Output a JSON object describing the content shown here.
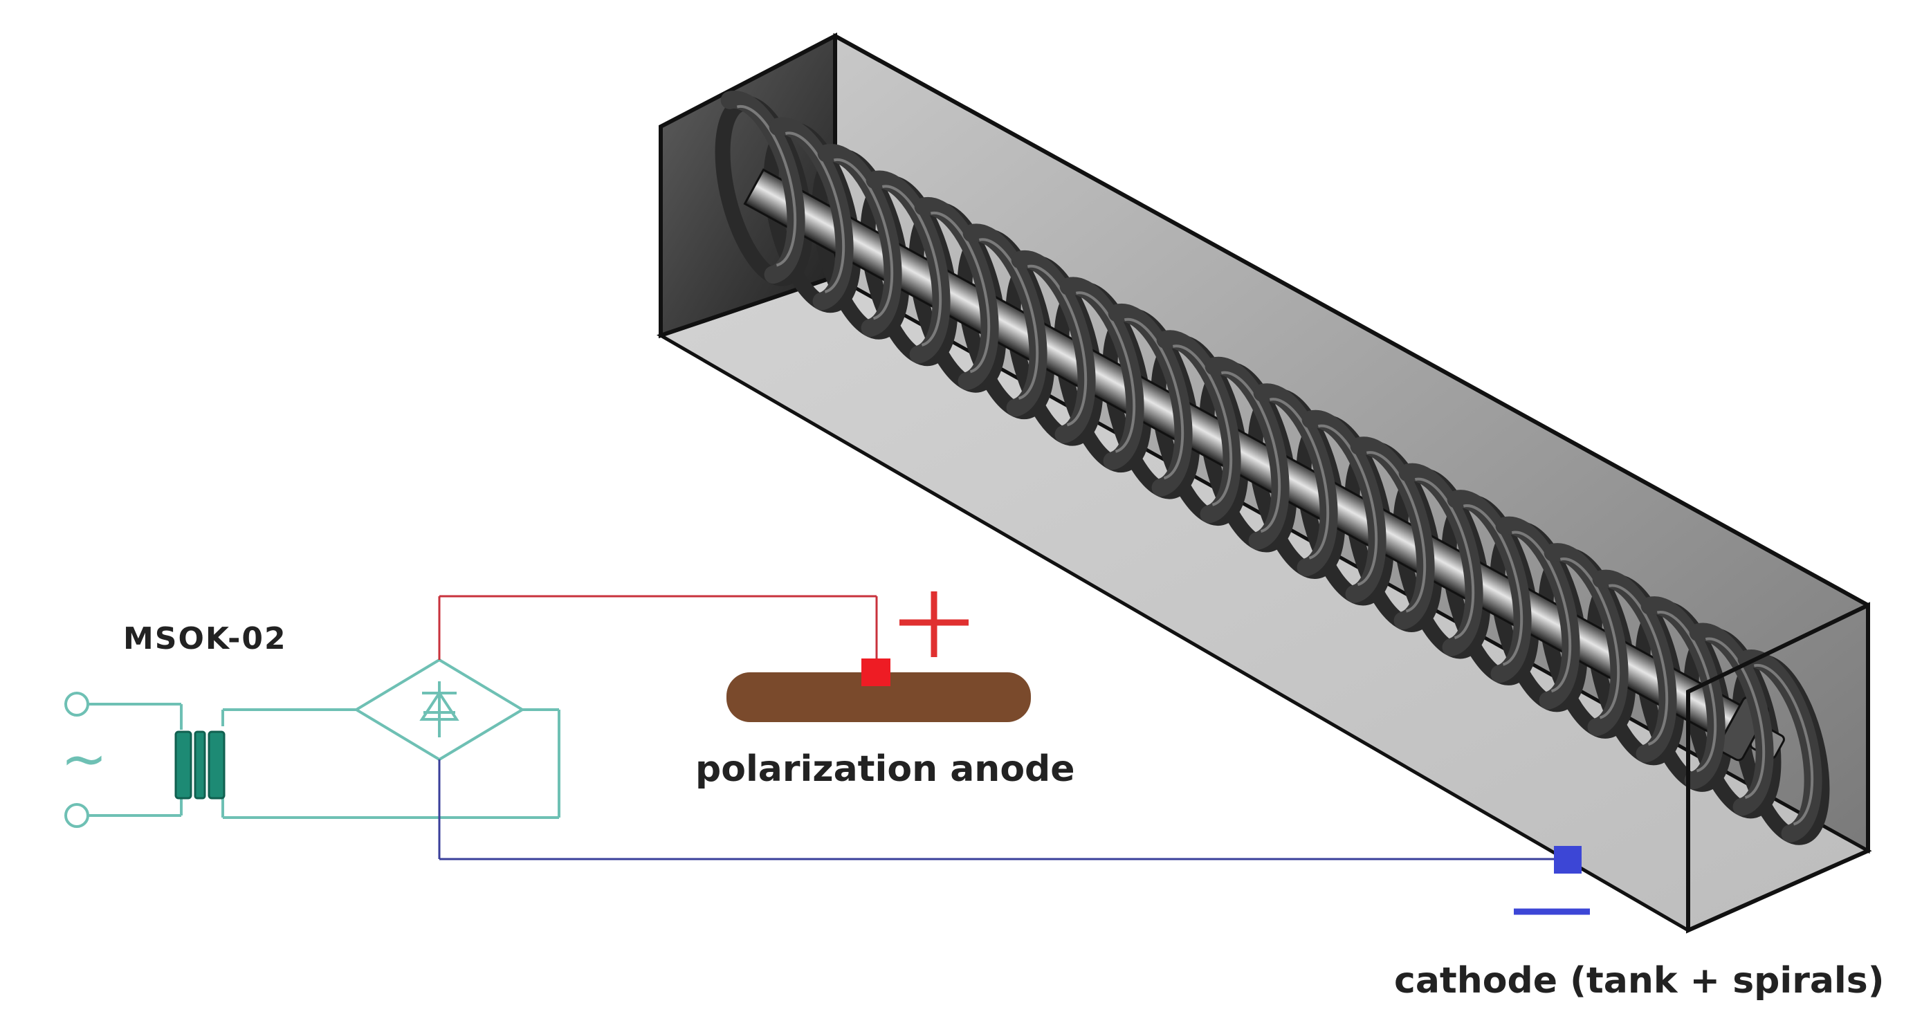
{
  "labels": {
    "device": "MSOK-02",
    "anode": "polarization anode",
    "cathode": "cathode (tank + spirals)"
  },
  "symbols": {
    "ac_source": "~",
    "positive": "+",
    "negative": "-"
  },
  "components": {
    "transformer": "transformer-icon",
    "rectifier": "diode-bridge-icon",
    "anode_plate": "anode-plate",
    "tank": "tank-with-spirals"
  },
  "colors": {
    "circuit": "#6ec0b4",
    "transformer_core": "#1d8a74",
    "positive_wire": "#c8323c",
    "positive_sign": "#e03030",
    "anode_terminal": "#ee1c24",
    "anode_body": "#7a4a2c",
    "negative_wire": "#3a3f9a",
    "cathode_terminal": "#3c46d6",
    "negative_sign": "#3c46d6",
    "tank_outline": "#111111"
  }
}
